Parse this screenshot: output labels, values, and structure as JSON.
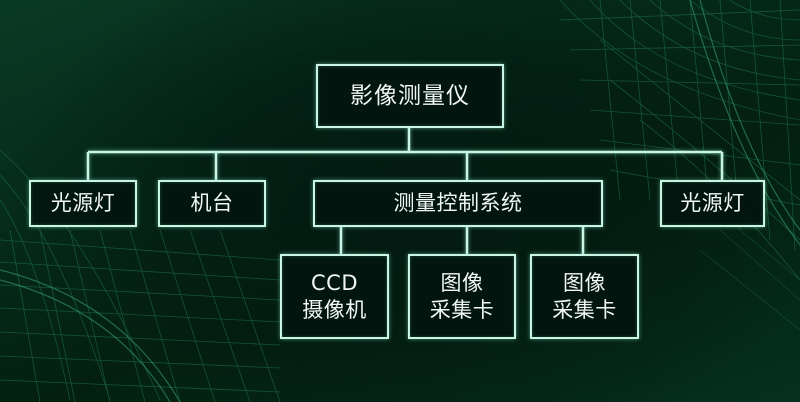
{
  "diagram": {
    "type": "hierarchy-tree",
    "colors": {
      "background": "#04261a",
      "line": "#c9f5e6",
      "text": "#f2f7f4",
      "mesh": "#2a8f64"
    },
    "root": {
      "label": "影像测量仪"
    },
    "level1": [
      {
        "label": "光源灯"
      },
      {
        "label": "机台"
      },
      {
        "label": "测量控制系统"
      },
      {
        "label": "光源灯"
      }
    ],
    "level2": [
      {
        "line1": "CCD",
        "line2": "摄像机"
      },
      {
        "line1": "图像",
        "line2": "采集卡"
      },
      {
        "line1": "图像",
        "line2": "采集卡"
      }
    ],
    "edges": [
      [
        "影像测量仪",
        "光源灯"
      ],
      [
        "影像测量仪",
        "机台"
      ],
      [
        "影像测量仪",
        "测量控制系统"
      ],
      [
        "影像测量仪",
        "光源灯"
      ],
      [
        "测量控制系统",
        "CCD摄像机"
      ],
      [
        "测量控制系统",
        "图像采集卡"
      ],
      [
        "测量控制系统",
        "图像采集卡"
      ]
    ]
  }
}
